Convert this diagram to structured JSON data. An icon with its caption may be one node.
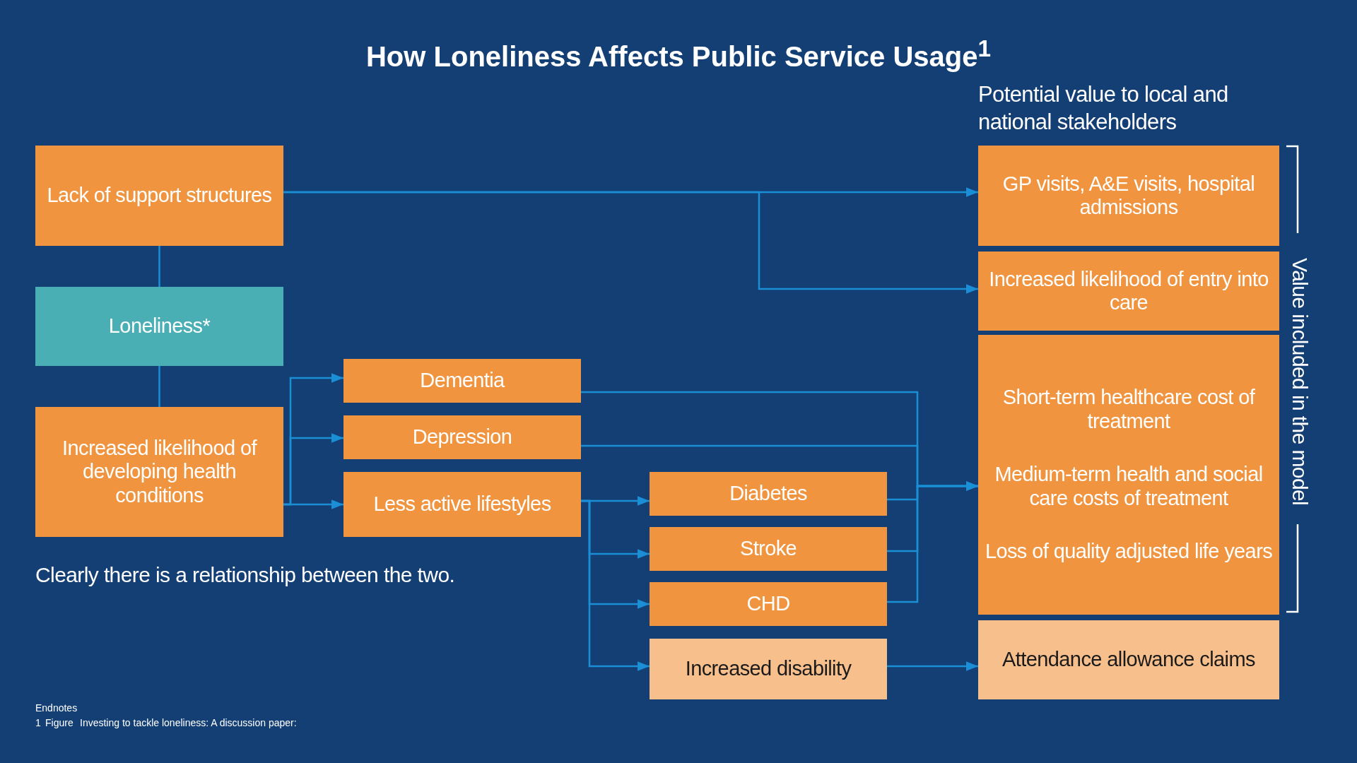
{
  "diagram": {
    "title": "How Loneliness Affects Public Service Usage$^{1}$",
    "nodes": [
      {
        "text": [
          "Lack of support structures"
        ]
      },
      {
        "text": [
          "Loneliness*"
        ]
      },
      {
        "text": [
          "Increased likelihood of developing health conditions"
        ]
      },
      {
        "text": [
          "Dementia"
        ]
      },
      {
        "text": [
          "Depression"
        ]
      },
      {
        "text": [
          "Less active lifestyles"
        ]
      },
      {
        "text": [
          "Diabetes"
        ]
      },
      {
        "text": [
          "Stroke"
        ]
      },
      {
        "text": [
          "CHD"
        ]
      },
      {
        "text": [
          "Increased disability"
        ]
      },
      {
        "text": [
          "GP visits, A&E visits, hospital admissions"
        ]
      },
      {
        "text": [
          "Increased likelihood of entry into care"
        ]
      },
      {
        "text": [
          "Short-term healthcare cost of treatment",
          "Medium-term health and social care costs of treatment",
          "Loss of quality adjusted life years"
        ]
      },
      {
        "text": [
          "Attendance allowance claims"
        ]
      }
    ],
    "edges": [
      {
        "from": 0,
        "to": 1,
        "arrow": "none"
      },
      {
        "from": 1,
        "to": 2,
        "arrow": "none"
      },
      {
        "from": 0,
        "to": 10,
        "arrow": "to"
      },
      {
        "from": 0,
        "to": 11,
        "arrow": "to"
      },
      {
        "from": 2,
        "to": 3,
        "arrow": "to"
      },
      {
        "from": 2,
        "to": 4,
        "arrow": "to"
      },
      {
        "from": 2,
        "to": 5,
        "arrow": "to"
      },
      {
        "from": 5,
        "to": 6,
        "arrow": "to"
      },
      {
        "from": 5,
        "to": 7,
        "arrow": "to"
      },
      {
        "from": 5,
        "to": 8,
        "arrow": "to"
      },
      {
        "from": 5,
        "to": 9,
        "arrow": "to"
      },
      {
        "from": 3,
        "to": 12,
        "arrow": "to"
      },
      {
        "from": 4,
        "to": 12,
        "arrow": "to"
      },
      {
        "from": 6,
        "to": 12,
        "arrow": "to"
      },
      {
        "from": 7,
        "to": 12,
        "arrow": "to"
      },
      {
        "from": 8,
        "to": 12,
        "arrow": "to"
      },
      {
        "from": 9,
        "to": 13,
        "arrow": "to"
      }
    ],
    "labels": [
      "Potential value to local and national stakeholders",
      "Value included in the model",
      "Clearly there is a relationship between the two.",
      "Endnotes",
      "1",
      "Figure",
      "Investing to tackle loneliness: A discussion paper:"
    ]
  }
}
